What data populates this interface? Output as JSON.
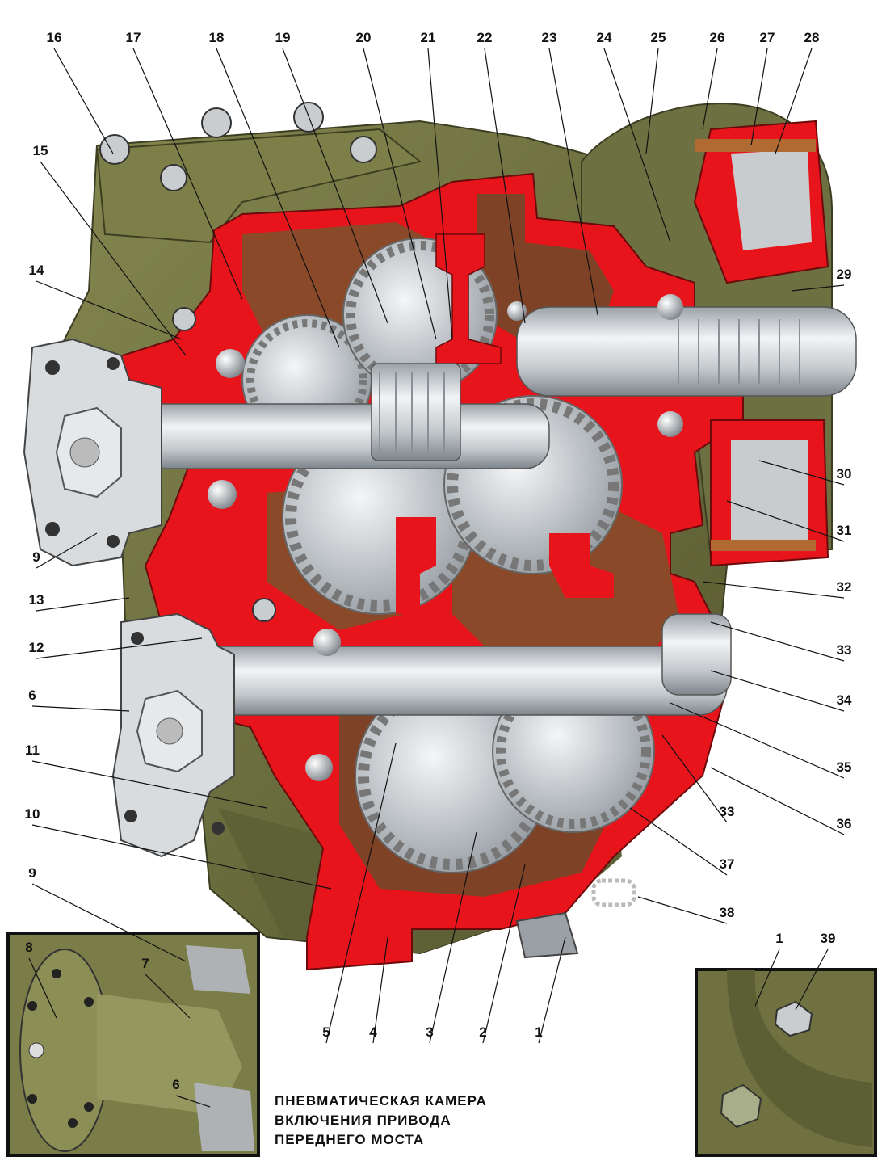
{
  "colors": {
    "housing": "#6f7240",
    "housing_dark": "#4f5230",
    "section": "#e8141c",
    "cavity": "#8a4a2a",
    "steel": "#d4d8dc",
    "steel_dark": "#8f969c",
    "frame": "#222222"
  },
  "callouts": [
    {
      "id": "16"
    },
    {
      "id": "17"
    },
    {
      "id": "18"
    },
    {
      "id": "19"
    },
    {
      "id": "20"
    },
    {
      "id": "21"
    },
    {
      "id": "22"
    },
    {
      "id": "23"
    },
    {
      "id": "24"
    },
    {
      "id": "25"
    },
    {
      "id": "26"
    },
    {
      "id": "27"
    },
    {
      "id": "28"
    },
    {
      "id": "15"
    },
    {
      "id": "14"
    },
    {
      "id": "29"
    },
    {
      "id": "30"
    },
    {
      "id": "31"
    },
    {
      "id": "9"
    },
    {
      "id": "32"
    },
    {
      "id": "13"
    },
    {
      "id": "33"
    },
    {
      "id": "12"
    },
    {
      "id": "34"
    },
    {
      "id": "6"
    },
    {
      "id": "35"
    },
    {
      "id": "11"
    },
    {
      "id": "33"
    },
    {
      "id": "36"
    },
    {
      "id": "10"
    },
    {
      "id": "37"
    },
    {
      "id": "38"
    },
    {
      "id": "9"
    },
    {
      "id": "1"
    },
    {
      "id": "39"
    },
    {
      "id": "8"
    },
    {
      "id": "7"
    },
    {
      "id": "5"
    },
    {
      "id": "4"
    },
    {
      "id": "3"
    },
    {
      "id": "2"
    },
    {
      "id": "1"
    },
    {
      "id": "6"
    }
  ],
  "caption": {
    "line1": "ПНЕВМАТИЧЕСКАЯ КАМЕРА",
    "line2": "ВКЛЮЧЕНИЯ ПРИВОДА",
    "line3": "ПЕРЕДНЕГО МОСТА"
  }
}
